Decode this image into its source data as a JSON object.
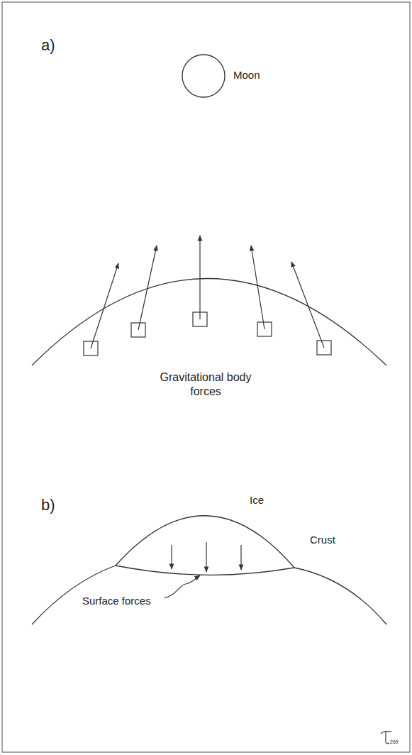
{
  "diagram": {
    "labels": [
      "a)",
      "Moon",
      "Gravitational body forces",
      "b)",
      "Ice",
      "Crust",
      "Surface forces",
      "269"
    ]
  }
}
